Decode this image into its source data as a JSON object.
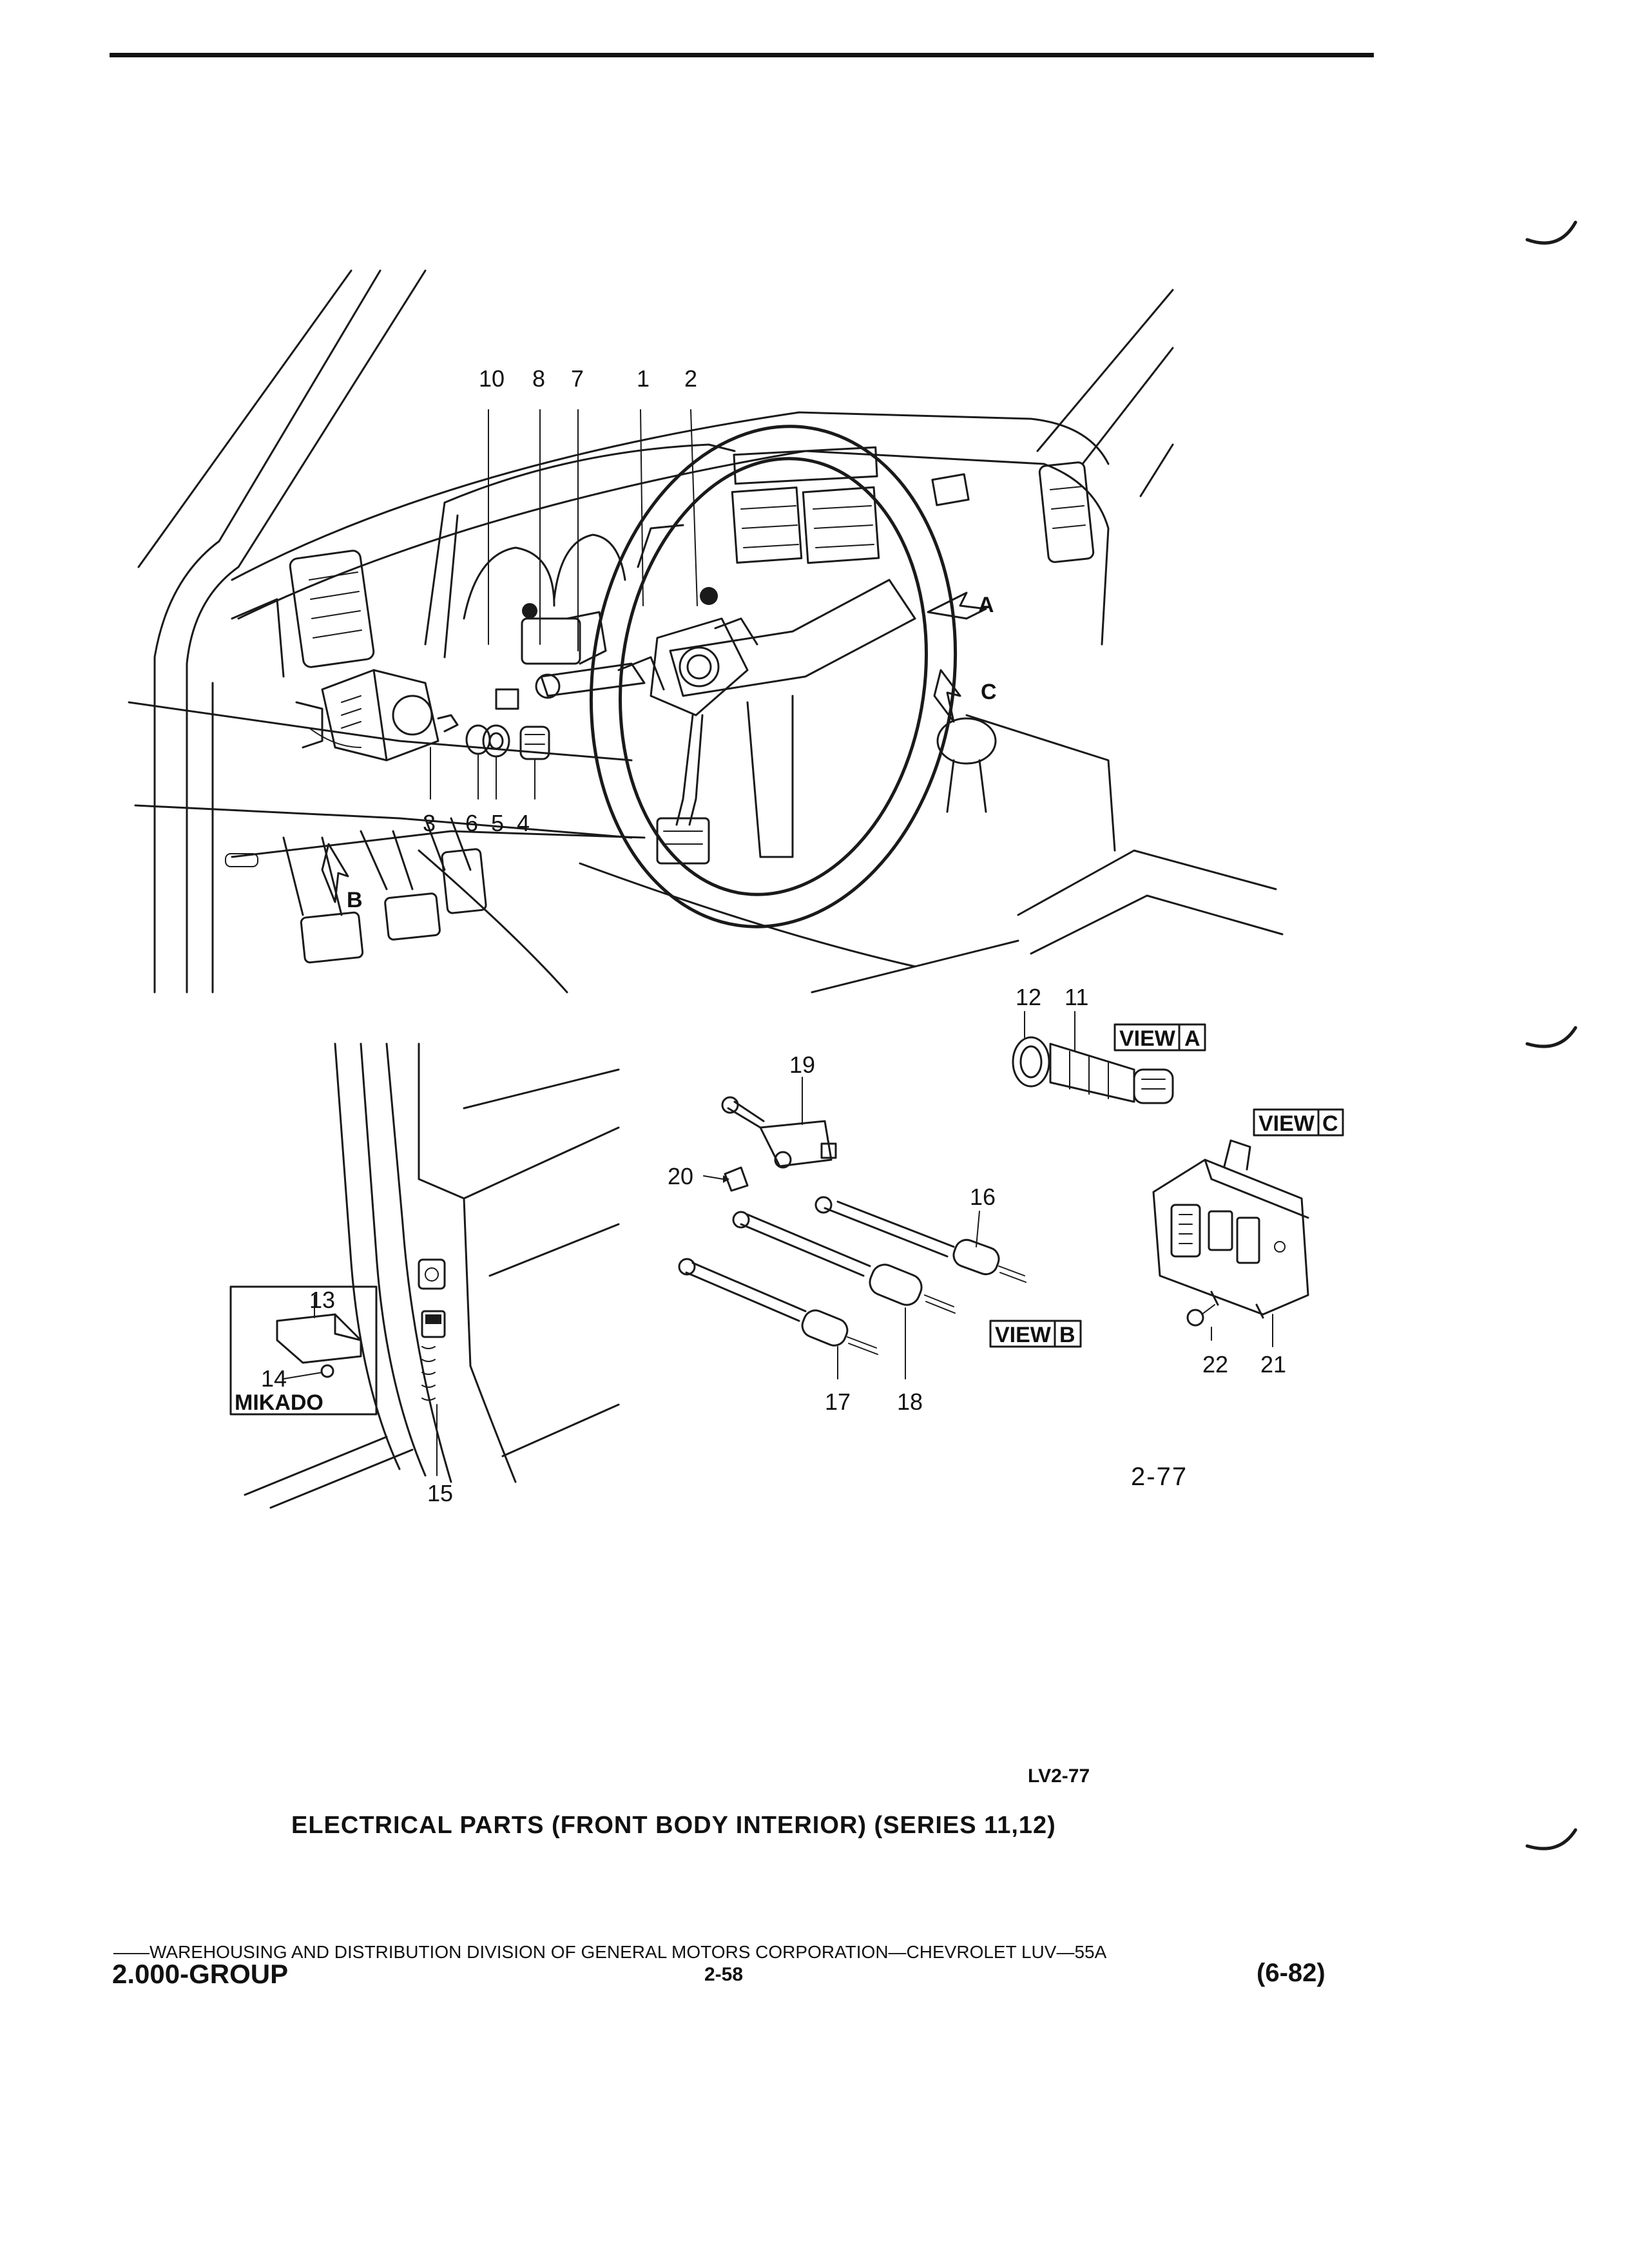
{
  "callouts": {
    "c1": "1",
    "c2": "2",
    "c3": "3",
    "c4": "4",
    "c5": "5",
    "c6": "6",
    "c7": "7",
    "c8": "8",
    "c10": "10",
    "c11": "11",
    "c12": "12",
    "c13": "13",
    "c14": "14",
    "c15": "15",
    "c16": "16",
    "c17": "17",
    "c18": "18",
    "c19": "19",
    "c20": "20",
    "c21": "21",
    "c22": "22"
  },
  "view_markers": {
    "a": "A",
    "b": "B",
    "c": "C"
  },
  "view_boxes": {
    "view_word": "VIEW",
    "a": "A",
    "b": "B",
    "c": "C"
  },
  "inset_label": "MIKADO",
  "figure_number": "2-77",
  "figure_code": "LV2-77",
  "title": "ELECTRICAL PARTS (FRONT BODY INTERIOR) (SERIES 11,12)",
  "footer": {
    "line": "——WAREHOUSING AND DISTRIBUTION  DIVISION OF GENERAL MOTORS CORPORATION—CHEVROLET LUV—55A",
    "group": "2.000-GROUP",
    "page": "2-58",
    "date": "(6-82)"
  }
}
